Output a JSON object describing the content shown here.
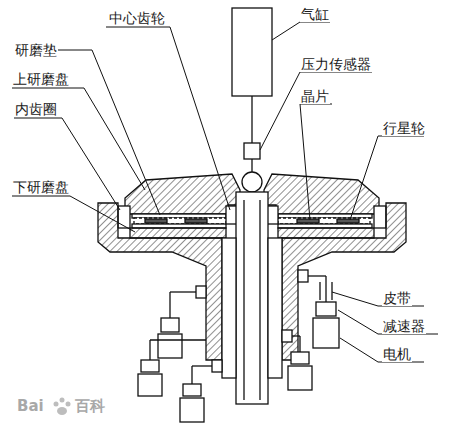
{
  "diagram": {
    "labels": [
      "研磨垫",
      "中心齿轮",
      "上研磨盘",
      "内齿圈",
      "下研磨盘",
      "气缸",
      "压力传感器",
      "晶片",
      "行星轮",
      "皮带",
      "减速器",
      "电机",
      "Bai",
      "百科"
    ]
  }
}
